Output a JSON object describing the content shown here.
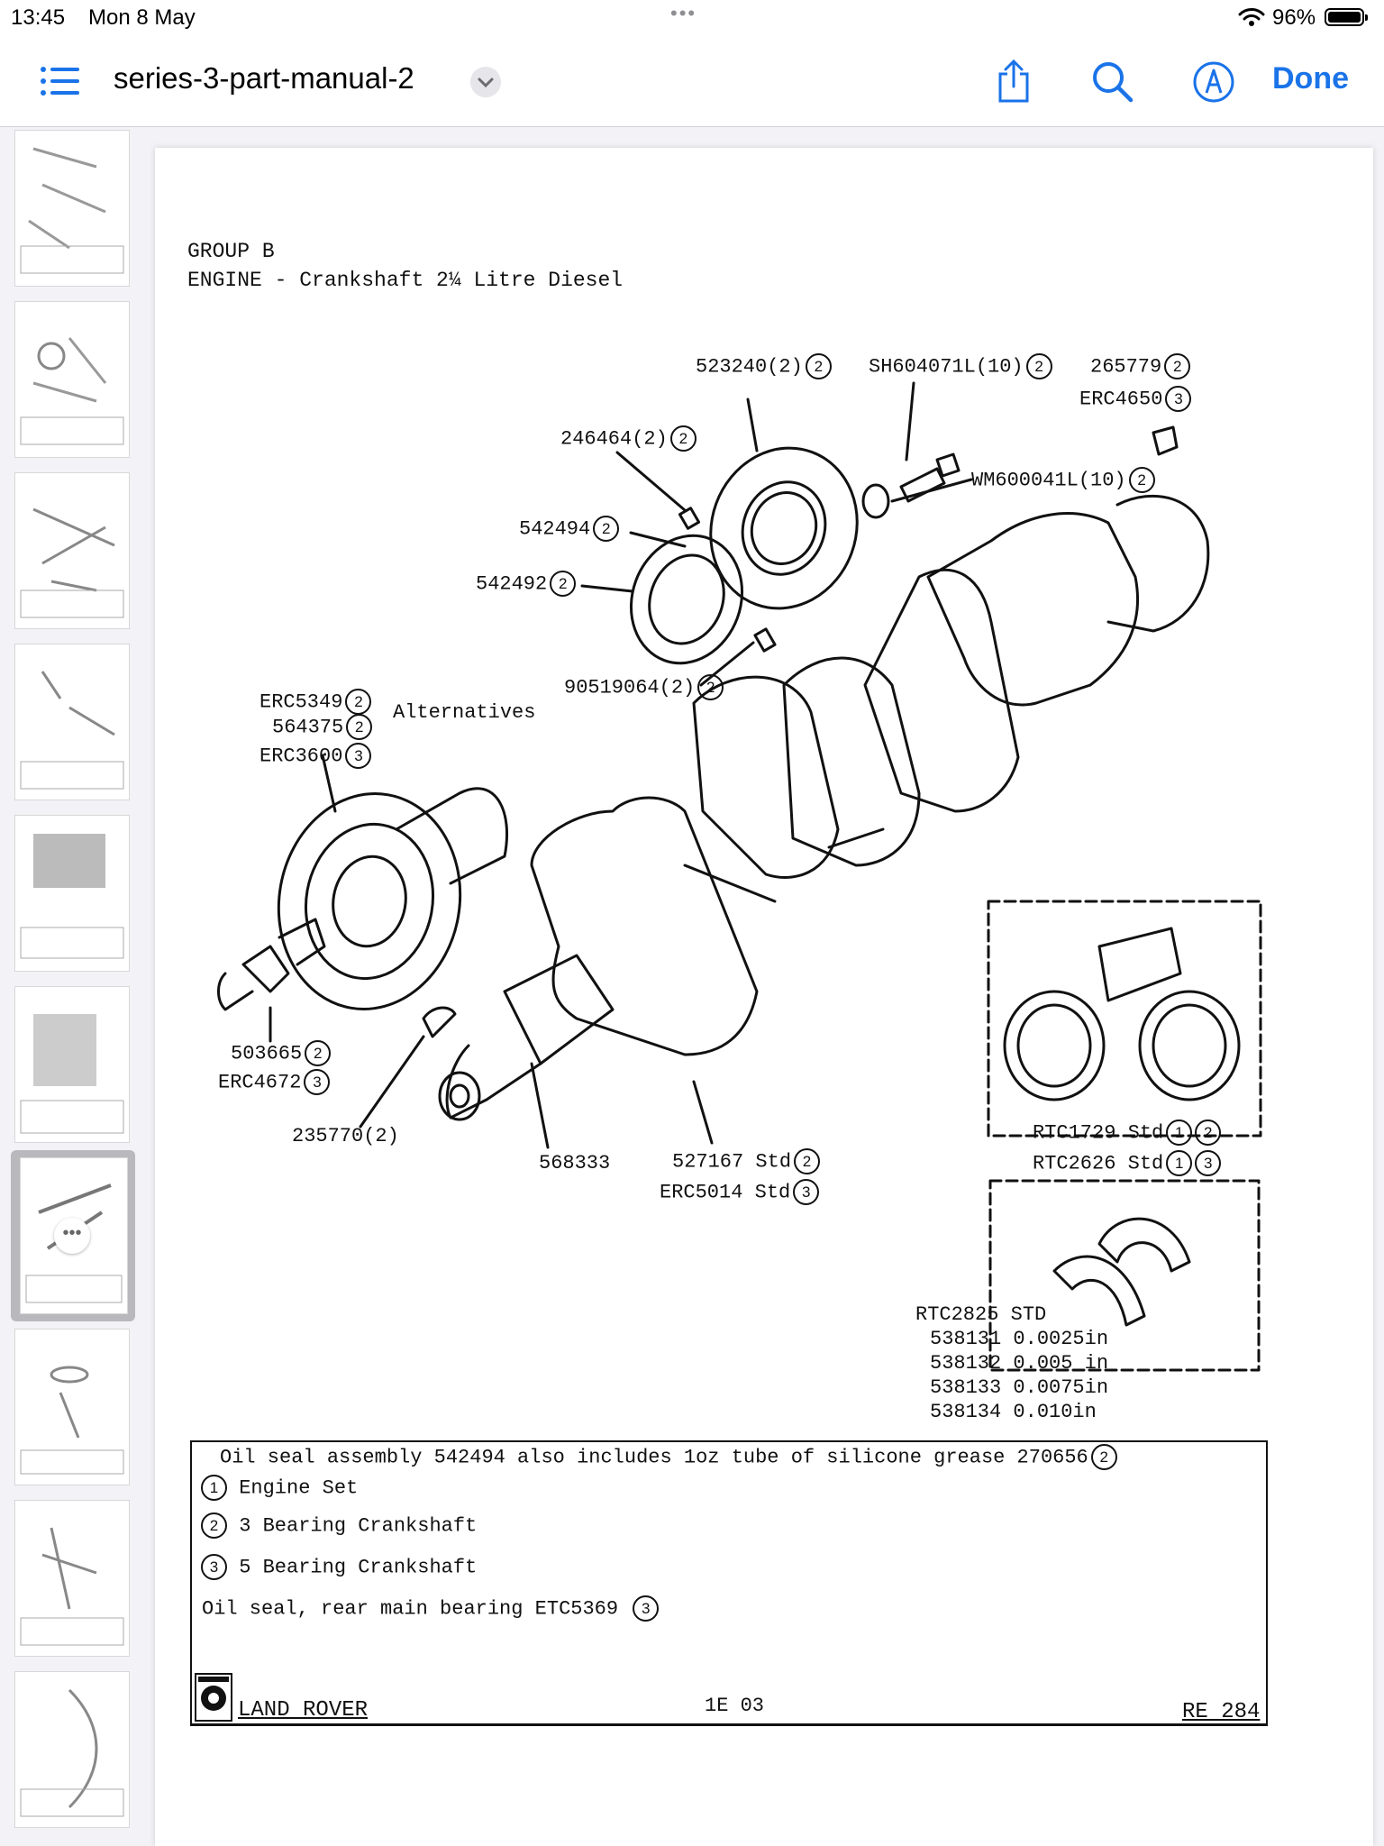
{
  "status": {
    "time": "13:45",
    "date": "Mon 8 May",
    "battery": "96%"
  },
  "nav": {
    "title": "series-3-part-manual-2",
    "done": "Done"
  },
  "doc": {
    "group": "GROUP B",
    "subtitle": "ENGINE - Crankshaft 2¼ Litre Diesel",
    "labels": {
      "p523240": "523240(2)",
      "sh604071": "SH604071L(10)",
      "p265779": "265779",
      "erc4650": "ERC4650",
      "p246464": "246464(2)",
      "wm600041": "WM600041L(10)",
      "p542494": "542494",
      "p542492": "542492",
      "p90519064": "90519064(2)",
      "erc5349": "ERC5349",
      "p564375": "564375",
      "alternatives": "Alternatives",
      "erc3600": "ERC3600",
      "p503665": "503665",
      "erc4672": "ERC4672",
      "p235770": "235770(2)",
      "p568333": "568333",
      "p527167": "527167 Std",
      "erc5014": "ERC5014 Std",
      "rtc1729": "RTC1729 Std",
      "rtc2626": "RTC2626 Std",
      "rtc2825": "RTC2825 STD",
      "p538131": "538131 0.0025in",
      "p538132": "538132 0.005 in",
      "p538133": "538133 0.0075in",
      "p538134": "538134 0.010in"
    },
    "circled": {
      "one": "1",
      "two": "2",
      "three": "3"
    },
    "notes": {
      "line1": "Oil seal assembly 542494 also includes 1oz tube of silicone grease 270656",
      "line2": "Engine Set",
      "line3": "3 Bearing Crankshaft",
      "line4": "5 Bearing Crankshaft",
      "line5": "Oil seal, rear main bearing ETC5369"
    },
    "footer": {
      "brand": "LAND ROVER",
      "code": "1E 03",
      "ref": "RE 284"
    }
  },
  "colors": {
    "accent": "#1a73e8",
    "ink": "#111111"
  }
}
